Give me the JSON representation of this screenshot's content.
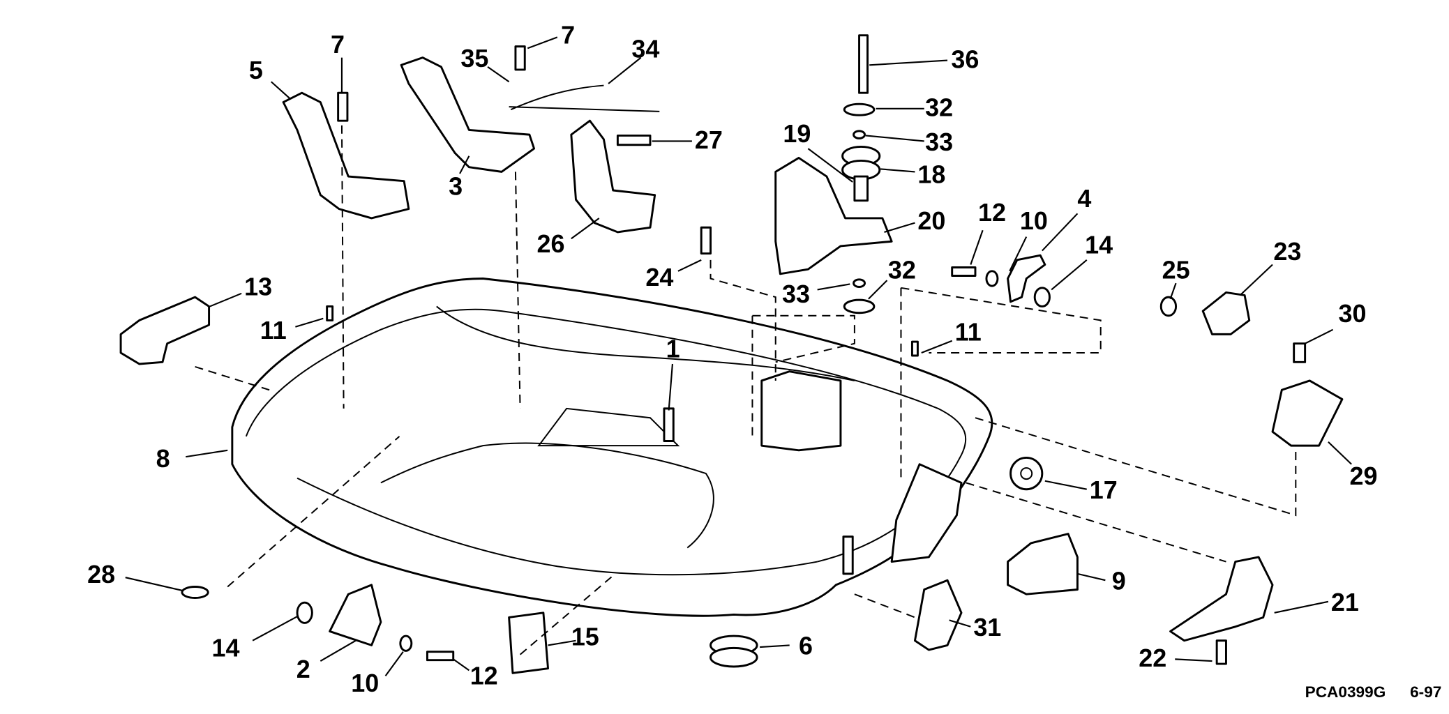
{
  "diagram": {
    "callouts": [
      "5",
      "7",
      "7",
      "35",
      "34",
      "27",
      "36",
      "32",
      "33",
      "18",
      "19",
      "20",
      "3",
      "26",
      "24",
      "12",
      "10",
      "4",
      "14",
      "33",
      "32",
      "13",
      "11",
      "11",
      "25",
      "23",
      "30",
      "29",
      "1",
      "8",
      "17",
      "9",
      "21",
      "22",
      "31",
      "6",
      "15",
      "12",
      "10",
      "2",
      "14",
      "28"
    ],
    "drawing_code": "PCA0399G",
    "date_code": "6-97"
  }
}
